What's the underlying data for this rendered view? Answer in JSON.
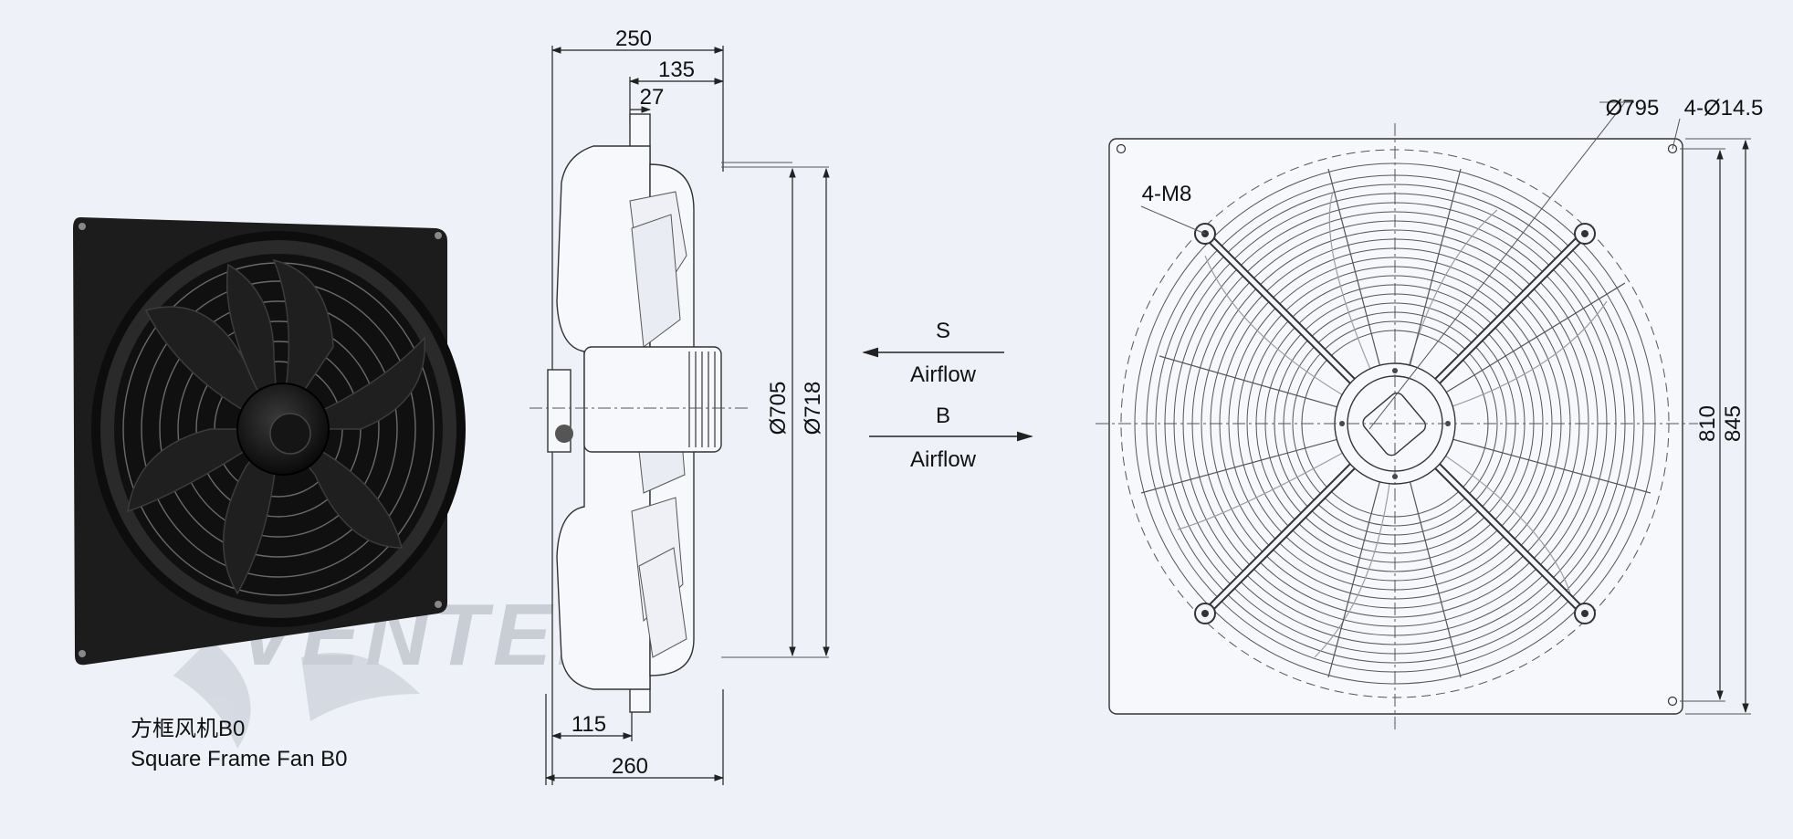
{
  "caption": {
    "line1": "方框风机B0",
    "line2": "Square Frame Fan B0"
  },
  "watermark": "VENTEL",
  "side_view": {
    "dim_overall_depth": "250",
    "dim_frame_to_front": "135",
    "dim_flange": "27",
    "dim_dia_inner": "Ø705",
    "dim_dia_outer": "Ø718",
    "dim_bottom_inner": "115",
    "dim_bottom_overall": "260"
  },
  "airflow": {
    "s_label": "S",
    "s_text": "Airflow",
    "b_label": "B",
    "b_text": "Airflow"
  },
  "front_view": {
    "dim_guard_dia": "Ø795",
    "dim_holes": "4-Ø14.5",
    "dim_threads": "4-M8",
    "dim_hole_spacing": "810",
    "dim_frame_size": "845"
  },
  "colors": {
    "background": "#eef1f7",
    "fan_body": "#1a1a1a",
    "watermark_grey": "#c9cdd6",
    "watermark_blue": "#9fc6ec"
  }
}
